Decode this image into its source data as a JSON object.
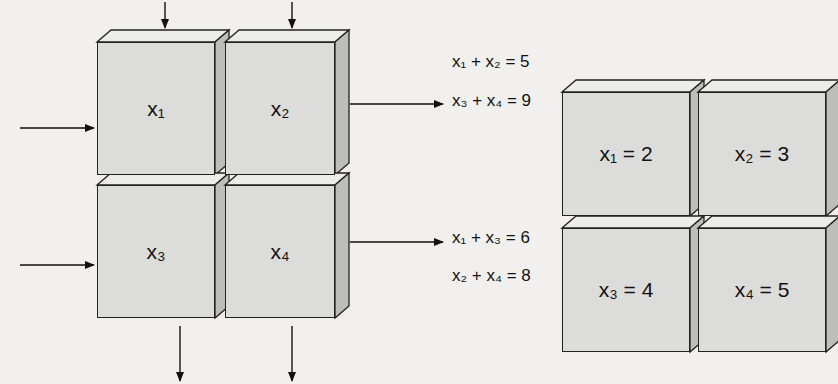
{
  "diagram": {
    "nodes": [
      {
        "text": [
          "x₁"
        ]
      },
      {
        "text": [
          "x₂"
        ]
      },
      {
        "text": [
          "x₃"
        ]
      },
      {
        "text": [
          "x₄"
        ]
      },
      {
        "text": [
          "x₁ = 2"
        ]
      },
      {
        "text": [
          "x₂ = 3"
        ]
      },
      {
        "text": [
          "x₃ = 4"
        ]
      },
      {
        "text": [
          "x₄ = 5"
        ]
      }
    ],
    "labels": [
      "x₁ + x₂ = 5",
      "x₃ + x₄ = 9",
      "x₁ + x₃ = 6",
      "x₂ + x₄ = 8"
    ]
  }
}
